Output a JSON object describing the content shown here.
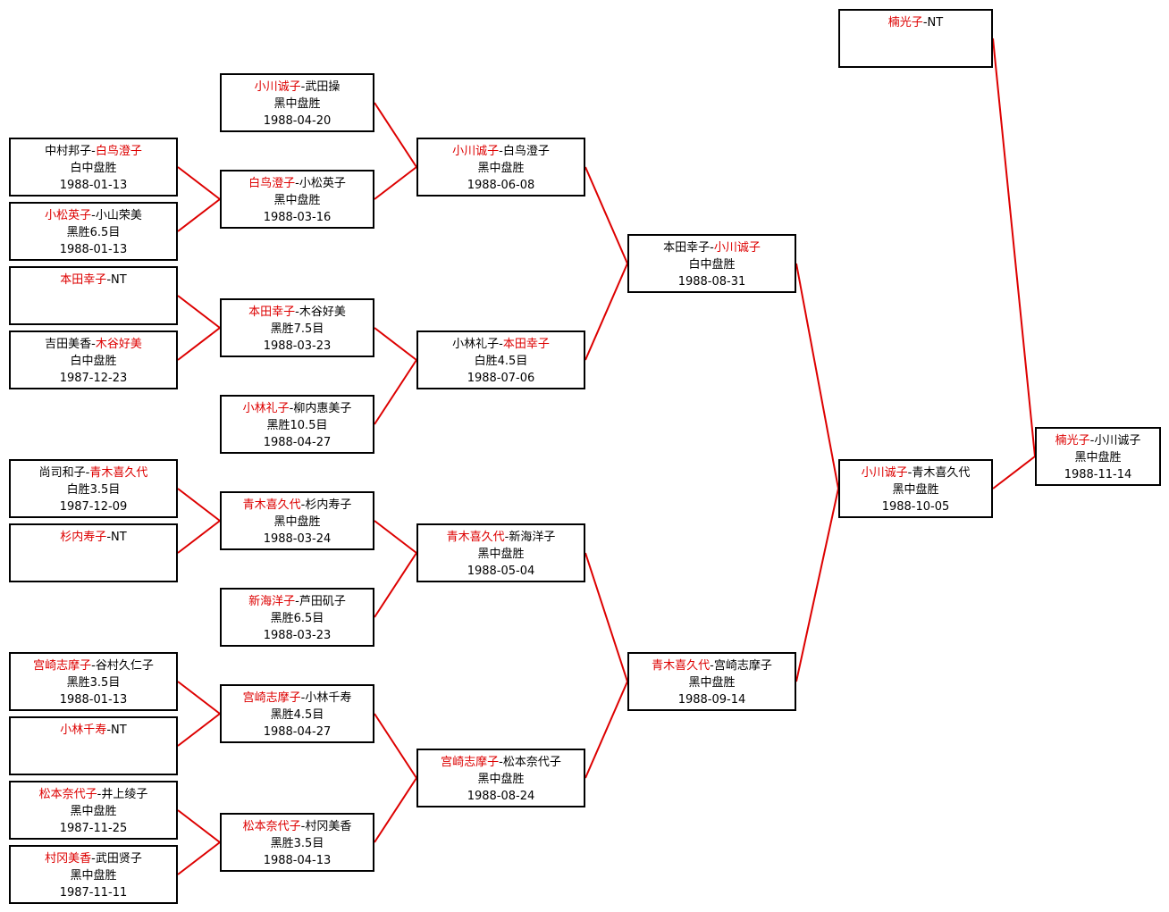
{
  "colors": {
    "winner": "#dd0000",
    "line": "#dd0000",
    "border": "#000000"
  },
  "matches": [
    {
      "id": "r1-1",
      "p1": "中村邦子",
      "p2": "白鸟澄子",
      "winner": 2,
      "result": "白中盘胜",
      "date": "1988-01-13",
      "feeds": [
        "r2-2"
      ]
    },
    {
      "id": "r1-2",
      "p1": "小松英子",
      "p2": "小山荣美",
      "winner": 1,
      "result": "黑胜6.5目",
      "date": "1988-01-13",
      "feeds": [
        "r2-2"
      ]
    },
    {
      "id": "r1-3",
      "p1": "本田幸子",
      "p2": "NT",
      "winner": 1,
      "result": "",
      "date": "",
      "feeds": [
        "r2-3"
      ]
    },
    {
      "id": "r1-4",
      "p1": "吉田美香",
      "p2": "木谷好美",
      "winner": 2,
      "result": "白中盘胜",
      "date": "1987-12-23",
      "feeds": [
        "r2-3"
      ]
    },
    {
      "id": "r1-5",
      "p1": "尚司和子",
      "p2": "青木喜久代",
      "winner": 2,
      "result": "白胜3.5目",
      "date": "1987-12-09",
      "feeds": [
        "r2-5"
      ]
    },
    {
      "id": "r1-6",
      "p1": "杉内寿子",
      "p2": "NT",
      "winner": 1,
      "result": "",
      "date": "",
      "feeds": [
        "r2-5"
      ]
    },
    {
      "id": "r1-7",
      "p1": "宫崎志摩子",
      "p2": "谷村久仁子",
      "winner": 1,
      "result": "黑胜3.5目",
      "date": "1988-01-13",
      "feeds": [
        "r2-7"
      ]
    },
    {
      "id": "r1-8",
      "p1": "小林千寿",
      "p2": "NT",
      "winner": 1,
      "result": "",
      "date": "",
      "feeds": [
        "r2-7"
      ]
    },
    {
      "id": "r1-9",
      "p1": "松本奈代子",
      "p2": "井上绫子",
      "winner": 1,
      "result": "黑中盘胜",
      "date": "1987-11-25",
      "feeds": [
        "r2-8"
      ]
    },
    {
      "id": "r1-10",
      "p1": "村冈美香",
      "p2": "武田贤子",
      "winner": 1,
      "result": "黑中盘胜",
      "date": "1987-11-11",
      "feeds": [
        "r2-8"
      ]
    },
    {
      "id": "r2-1",
      "p1": "小川诚子",
      "p2": "武田操",
      "winner": 1,
      "result": "黑中盘胜",
      "date": "1988-04-20",
      "feeds": [
        "r3-1"
      ]
    },
    {
      "id": "r2-2",
      "p1": "白鸟澄子",
      "p2": "小松英子",
      "winner": 1,
      "result": "黑中盘胜",
      "date": "1988-03-16",
      "feeds": [
        "r3-1"
      ]
    },
    {
      "id": "r2-3",
      "p1": "本田幸子",
      "p2": "木谷好美",
      "winner": 1,
      "result": "黑胜7.5目",
      "date": "1988-03-23",
      "feeds": [
        "r3-2"
      ]
    },
    {
      "id": "r2-4",
      "p1": "小林礼子",
      "p2": "柳内惠美子",
      "winner": 1,
      "result": "黑胜10.5目",
      "date": "1988-04-27",
      "feeds": [
        "r3-2"
      ]
    },
    {
      "id": "r2-5",
      "p1": "青木喜久代",
      "p2": "杉内寿子",
      "winner": 1,
      "result": "黑中盘胜",
      "date": "1988-03-24",
      "feeds": [
        "r3-3"
      ]
    },
    {
      "id": "r2-6",
      "p1": "新海洋子",
      "p2": "芦田矶子",
      "winner": 1,
      "result": "黑胜6.5目",
      "date": "1988-03-23",
      "feeds": [
        "r3-3"
      ]
    },
    {
      "id": "r2-7",
      "p1": "宫崎志摩子",
      "p2": "小林千寿",
      "winner": 1,
      "result": "黑胜4.5目",
      "date": "1988-04-27",
      "feeds": [
        "r3-4"
      ]
    },
    {
      "id": "r2-8",
      "p1": "松本奈代子",
      "p2": "村冈美香",
      "winner": 1,
      "result": "黑胜3.5目",
      "date": "1988-04-13",
      "feeds": [
        "r3-4"
      ]
    },
    {
      "id": "r3-1",
      "p1": "小川诚子",
      "p2": "白鸟澄子",
      "winner": 1,
      "result": "黑中盘胜",
      "date": "1988-06-08",
      "feeds": [
        "r4-1"
      ]
    },
    {
      "id": "r3-2",
      "p1": "小林礼子",
      "p2": "本田幸子",
      "winner": 2,
      "result": "白胜4.5目",
      "date": "1988-07-06",
      "feeds": [
        "r4-1"
      ]
    },
    {
      "id": "r3-3",
      "p1": "青木喜久代",
      "p2": "新海洋子",
      "winner": 1,
      "result": "黑中盘胜",
      "date": "1988-05-04",
      "feeds": [
        "r4-2"
      ]
    },
    {
      "id": "r3-4",
      "p1": "宫崎志摩子",
      "p2": "松本奈代子",
      "winner": 1,
      "result": "黑中盘胜",
      "date": "1988-08-24",
      "feeds": [
        "r4-2"
      ]
    },
    {
      "id": "r4-1",
      "p1": "本田幸子",
      "p2": "小川诚子",
      "winner": 2,
      "result": "白中盘胜",
      "date": "1988-08-31",
      "feeds": [
        "r5-1"
      ]
    },
    {
      "id": "r4-2",
      "p1": "青木喜久代",
      "p2": "宫崎志摩子",
      "winner": 1,
      "result": "黑中盘胜",
      "date": "1988-09-14",
      "feeds": [
        "r5-1"
      ]
    },
    {
      "id": "r5-1",
      "p1": "小川诚子",
      "p2": "青木喜久代",
      "winner": 1,
      "result": "黑中盘胜",
      "date": "1988-10-05",
      "feeds": [
        "final"
      ]
    },
    {
      "id": "r6-top",
      "p1": "楠光子",
      "p2": "NT",
      "winner": 1,
      "result": "",
      "date": "",
      "feeds": [
        "final"
      ]
    },
    {
      "id": "final",
      "p1": "楠光子",
      "p2": "小川诚子",
      "winner": 1,
      "result": "黑中盘胜",
      "date": "1988-11-14",
      "feeds": []
    }
  ]
}
